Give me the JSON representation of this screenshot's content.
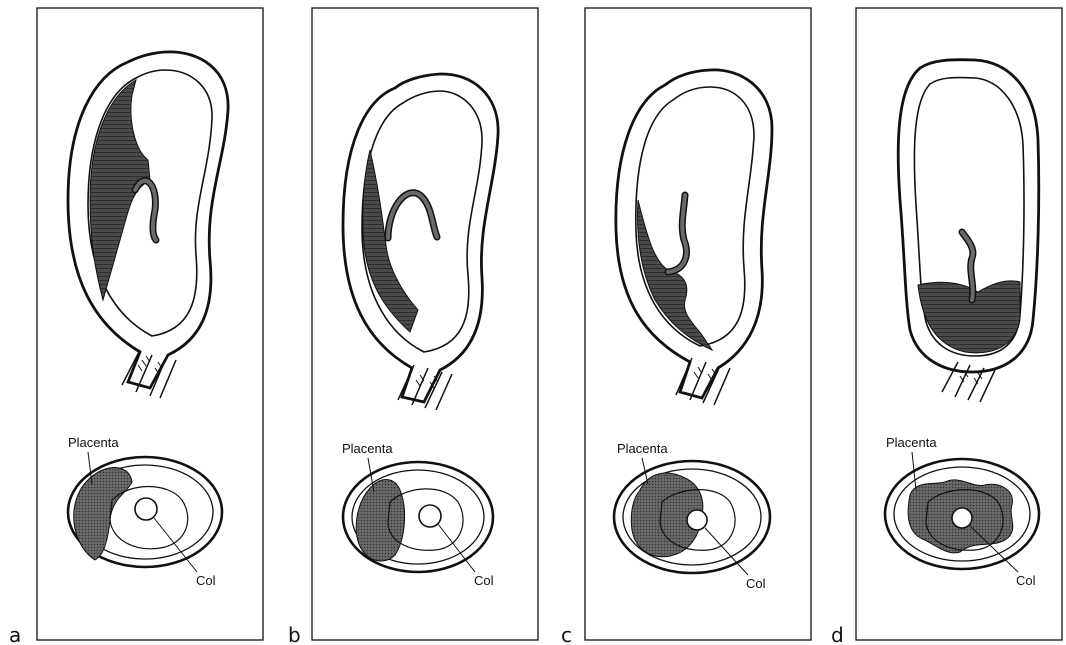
{
  "panels": [
    {
      "letter": "a",
      "placenta_label": "Placenta",
      "col_label": "Col"
    },
    {
      "letter": "b",
      "placenta_label": "Placenta",
      "col_label": "Col"
    },
    {
      "letter": "c",
      "placenta_label": "Placenta",
      "col_label": "Col"
    },
    {
      "letter": "d",
      "placenta_label": "Placenta",
      "col_label": "Col"
    }
  ],
  "colors": {
    "ink": "#111111",
    "placenta_fill": "#555555",
    "background": "#ffffff"
  }
}
